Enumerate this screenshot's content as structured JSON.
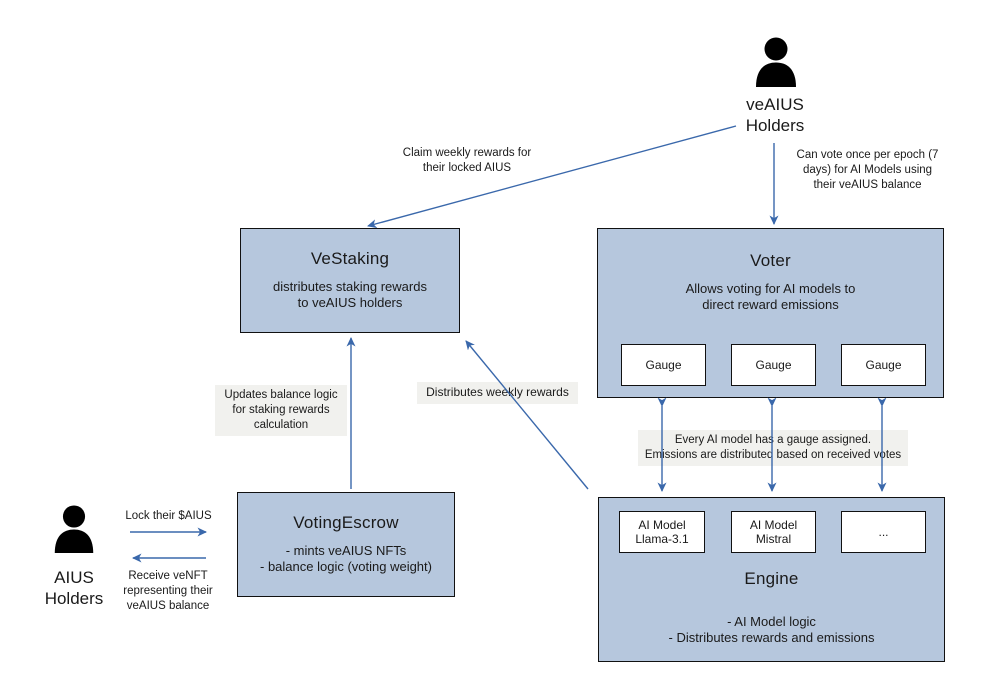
{
  "diagram": {
    "actors": {
      "veaius_holders": {
        "label": "veAIUS\nHolders",
        "icon": "person-icon"
      },
      "aius_holders": {
        "label": "AIUS\nHolders",
        "icon": "person-icon"
      }
    },
    "nodes": {
      "vestaking": {
        "title": "VeStaking",
        "body": "distributes staking rewards\nto veAIUS holders"
      },
      "voter": {
        "title": "Voter",
        "body": "Allows voting for AI models to\ndirect reward emissions",
        "gauges": [
          "Gauge",
          "Gauge",
          "Gauge"
        ]
      },
      "votingescrow": {
        "title": "VotingEscrow",
        "body": "- mints veAIUS NFTs\n- balance logic (voting weight)"
      },
      "engine": {
        "title": "Engine",
        "body": "- AI Model logic\n- Distributes rewards and emissions",
        "models": [
          "AI Model\nLlama-3.1",
          "AI Model\nMistral",
          "..."
        ]
      }
    },
    "edge_labels": {
      "claim": "Claim weekly rewards for\ntheir locked AIUS",
      "vote": "Can vote once per epoch (7\ndays)  for AI Models using\ntheir veAIUS balance",
      "updates": "Updates balance logic\nfor staking rewards\ncalculation",
      "distributes": "Distributes weekly rewards",
      "gauge_note": "Every AI model has a gauge assigned.\nEmissions are distributed based on received votes",
      "lock": "Lock their $AIUS",
      "receive": "Receive veNFT\nrepresenting their\nveAIUS balance"
    },
    "colors": {
      "node_fill": "#b6c7dd",
      "node_border": "#111111",
      "arrow": "#3a68ab",
      "note_bg": "#f1f1ee",
      "icon": "#000000"
    }
  }
}
